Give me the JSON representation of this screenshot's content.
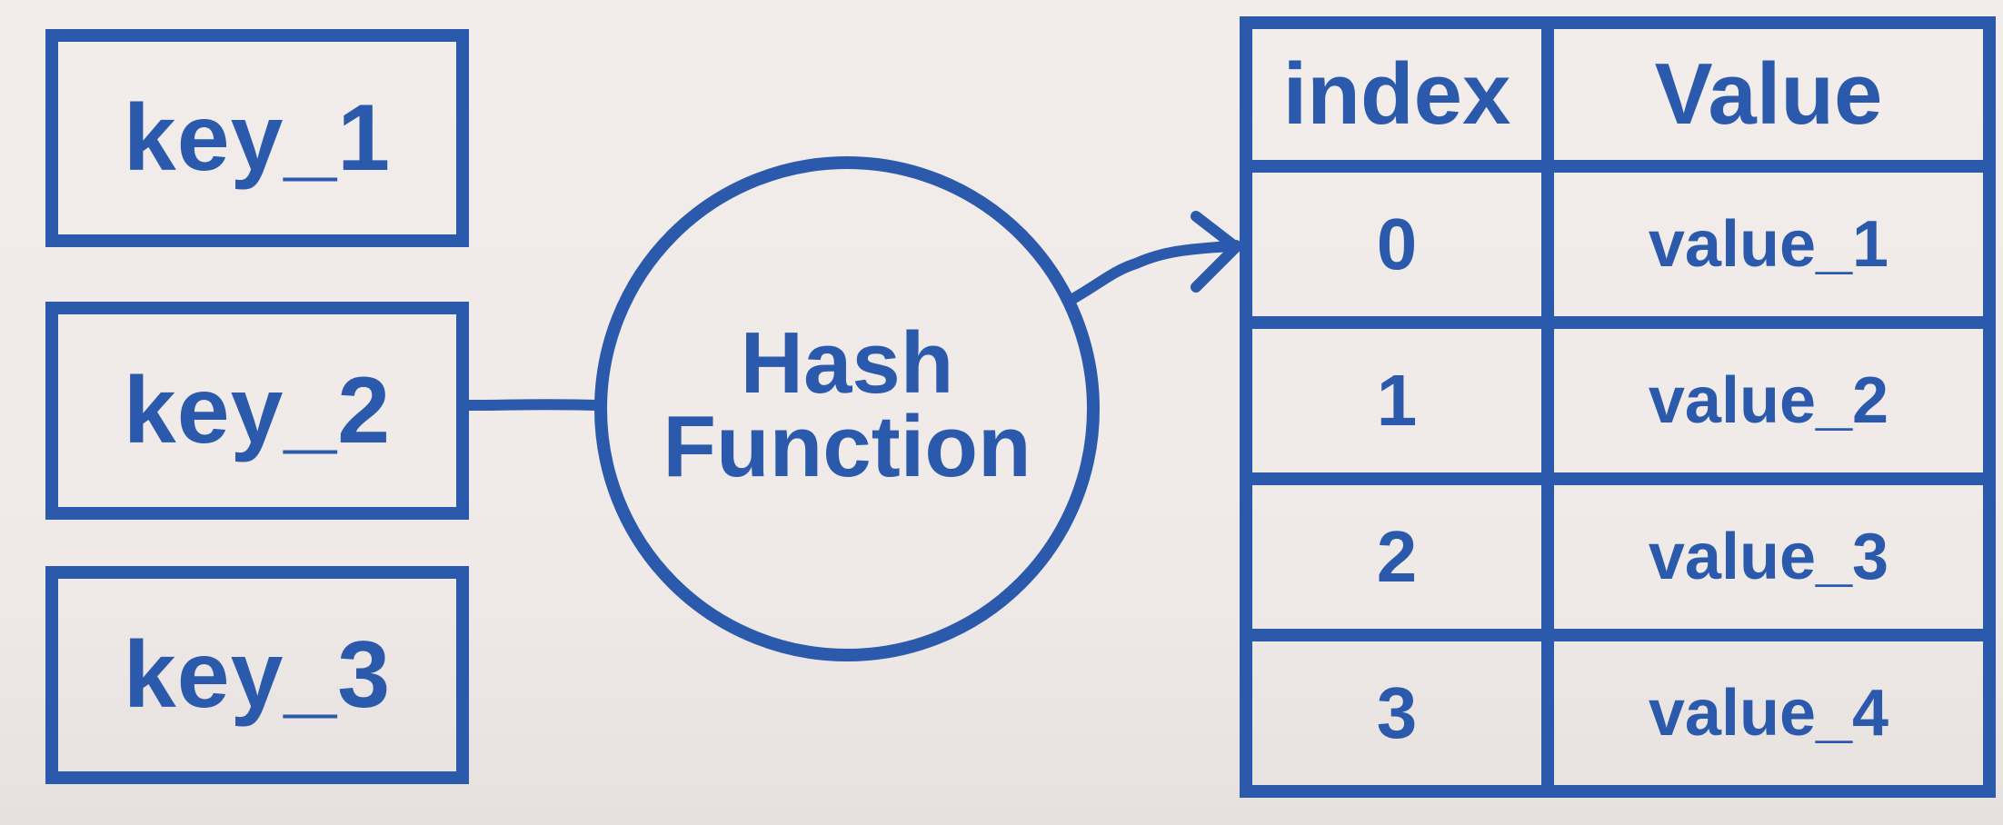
{
  "keys": [
    "key_1",
    "key_2",
    "key_3"
  ],
  "hash_function": {
    "line1": "Hash",
    "line2": "Function"
  },
  "table": {
    "headers": {
      "index": "index",
      "value": "Value"
    },
    "rows": [
      {
        "index": "0",
        "value": "value_1"
      },
      {
        "index": "1",
        "value": "value_2"
      },
      {
        "index": "2",
        "value": "value_3"
      },
      {
        "index": "3",
        "value": "value_4"
      }
    ]
  },
  "colors": {
    "accent": "#2b5aad",
    "background": "#f2ecea"
  }
}
